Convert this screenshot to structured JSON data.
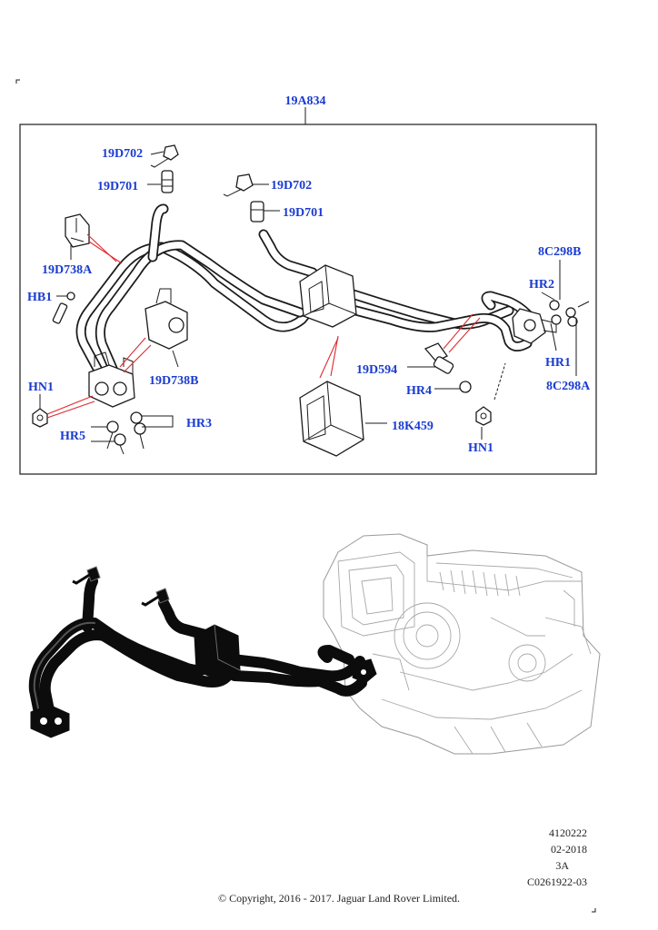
{
  "diagram": {
    "assembly_label": "19A834",
    "callouts": {
      "c_19D702_a": "19D702",
      "c_19D701_a": "19D701",
      "c_19D702_b": "19D702",
      "c_19D701_b": "19D701",
      "c_8C298B": "8C298B",
      "c_HR2": "HR2",
      "c_19D738A": "19D738A",
      "c_HB1": "HB1",
      "c_19D738B": "19D738B",
      "c_HN1_a": "HN1",
      "c_HR3": "HR3",
      "c_HR5": "HR5",
      "c_19D594": "19D594",
      "c_HR4": "HR4",
      "c_18K459": "18K459",
      "c_HN1_b": "HN1",
      "c_HR1": "HR1",
      "c_8C298A": "8C298A"
    }
  },
  "footer": {
    "ref_1": "4120222",
    "ref_2": "02-2018",
    "ref_3": "3A",
    "ref_4": "C0261922-03",
    "copyright": "© Copyright, 2016 - 2017. Jaguar Land Rover Limited."
  }
}
